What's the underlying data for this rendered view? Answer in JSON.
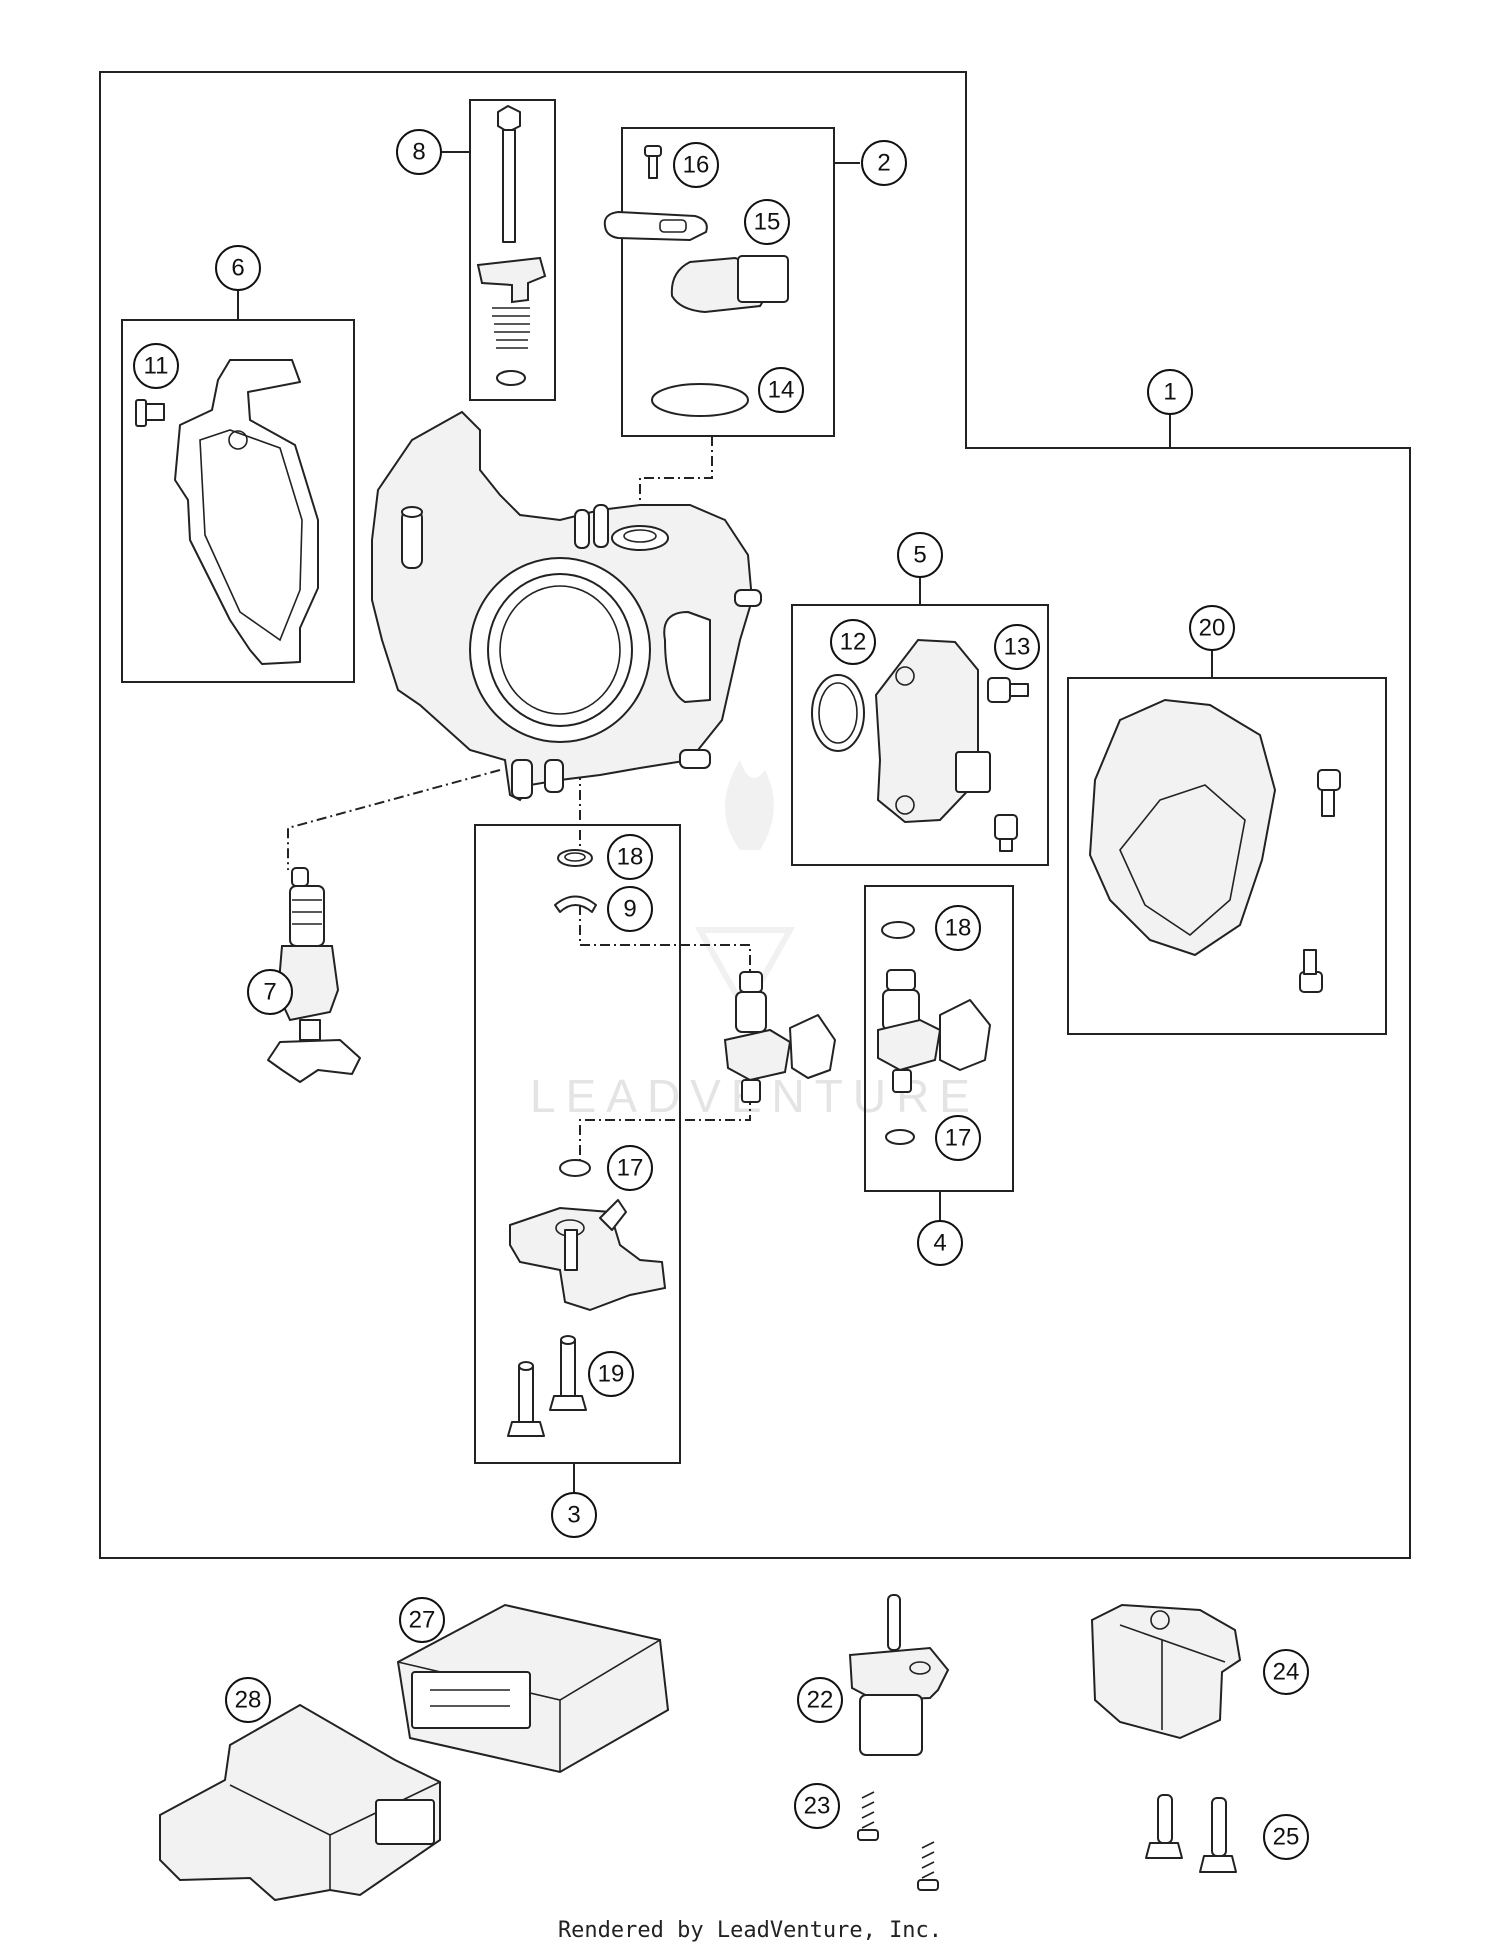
{
  "callouts": {
    "c1": "1",
    "c2": "2",
    "c3": "3",
    "c4": "4",
    "c5": "5",
    "c6": "6",
    "c7": "7",
    "c8": "8",
    "c9": "9",
    "c11": "11",
    "c12": "12",
    "c13": "13",
    "c14": "14",
    "c15": "15",
    "c16": "16",
    "c17a": "17",
    "c17b": "17",
    "c18a": "18",
    "c18b": "18",
    "c19": "19",
    "c20": "20",
    "c22": "22",
    "c23": "23",
    "c24": "24",
    "c25": "25",
    "c27": "27",
    "c28": "28"
  },
  "watermark": "LEADVENTURE",
  "footer": "Rendered by LeadVenture, Inc."
}
